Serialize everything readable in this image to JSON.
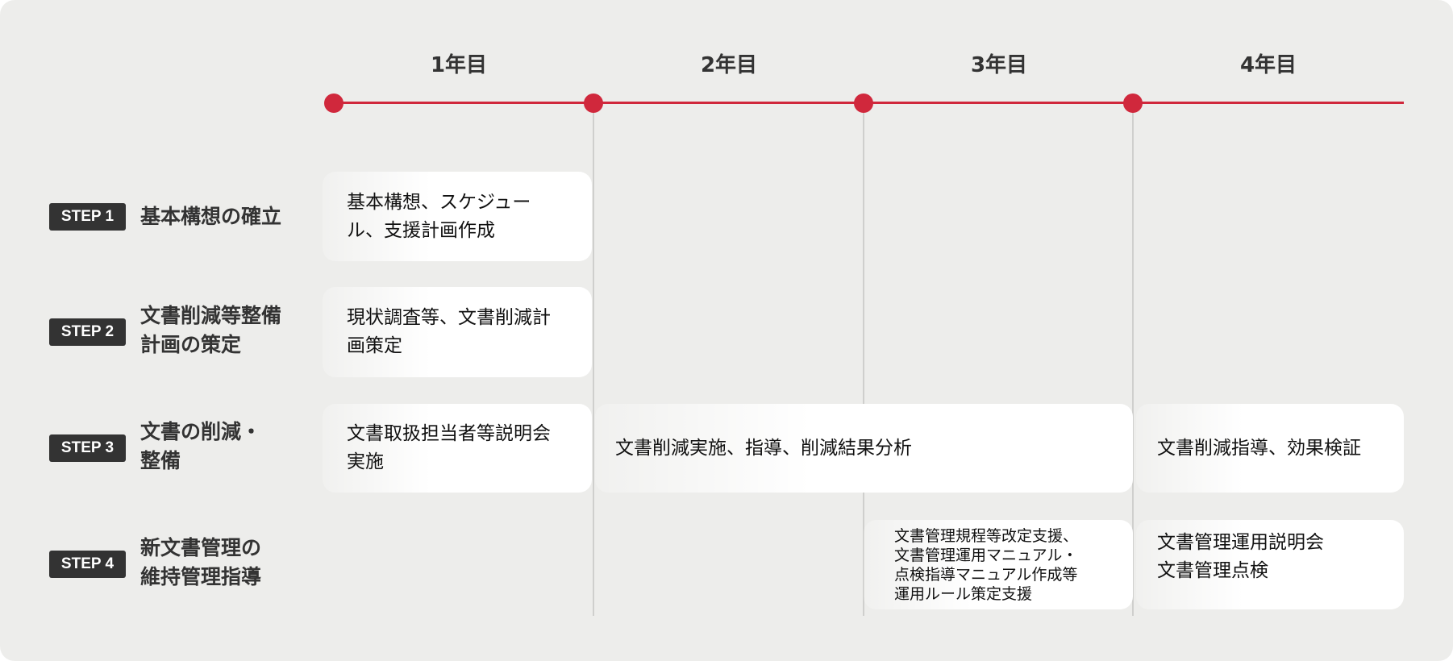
{
  "years": [
    "1年目",
    "2年目",
    "3年目",
    "4年目"
  ],
  "colors": {
    "accent": "#d0283c",
    "background": "#ededeb",
    "badge": "#333333"
  },
  "steps": [
    {
      "badge": "STEP 1",
      "label": [
        "基本構想の確立"
      ],
      "tasks": [
        {
          "text": [
            "基本構想、スケジュー",
            "ル、支援計画作成"
          ]
        }
      ]
    },
    {
      "badge": "STEP 2",
      "label": [
        "文書削減等整備",
        "計画の策定"
      ],
      "tasks": [
        {
          "text": [
            "現状調査等、文書削減計",
            "画策定"
          ]
        }
      ]
    },
    {
      "badge": "STEP 3",
      "label": [
        "文書の削減・",
        "整備"
      ],
      "tasks": [
        {
          "text": [
            "文書取扱担当者等説明会",
            "実施"
          ]
        },
        {
          "text": [
            "文書削減実施、指導、削減結果分析"
          ]
        },
        {
          "text": [
            "文書削減指導、効果検証"
          ]
        }
      ]
    },
    {
      "badge": "STEP 4",
      "label": [
        "新文書管理の",
        "維持管理指導"
      ],
      "tasks": [
        {
          "text": [
            "文書管理規程等改定支援、",
            "文書管理運用マニュアル・",
            "点検指導マニュアル作成等",
            "運用ルール策定支援"
          ]
        },
        {
          "text": [
            "文書管理運用説明会",
            "文書管理点検"
          ]
        }
      ]
    }
  ]
}
